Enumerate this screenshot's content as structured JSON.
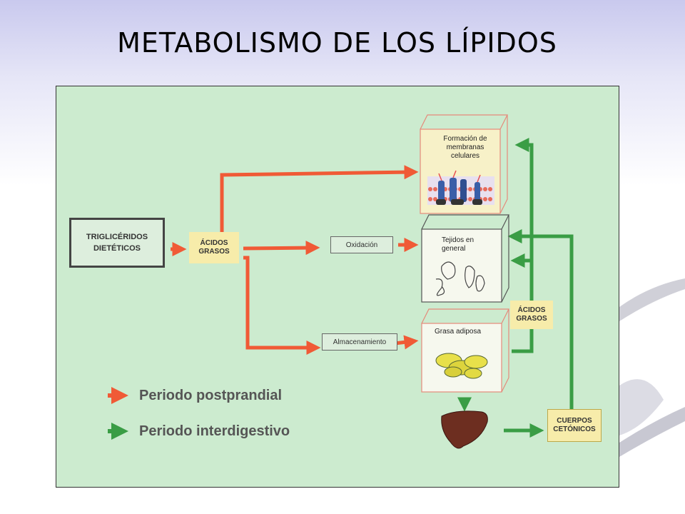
{
  "slide": {
    "title": "METABOLISMO DE LOS LÍPIDOS"
  },
  "diagram": {
    "source_box": {
      "line1": "TRIGLICÉRIDOS",
      "line2": "DIETÉTICOS"
    },
    "fatty_acids_left": {
      "line1": "ÁCIDOS",
      "line2": "GRASOS"
    },
    "fatty_acids_right": {
      "line1": "ÁCIDOS",
      "line2": "GRASOS"
    },
    "oxidation_label": "Oxidación",
    "storage_label": "Almacenamiento",
    "membranes_label": {
      "line1": "Formación de",
      "line2": "membranas",
      "line3": "celulares"
    },
    "tissues_label": {
      "line1": "Tejidos en",
      "line2": "general"
    },
    "adipose_label": "Grasa adiposa",
    "ketone_bodies": {
      "line1": "CUERPOS",
      "line2": "CETÓNICOS"
    },
    "colors": {
      "postprandial": "#f05a36",
      "interdigestive": "#3a9d45",
      "background": "#ccebcf"
    }
  },
  "legend": {
    "postprandial": "Periodo postprandial",
    "interdigestive": "Periodo interdigestivo"
  }
}
